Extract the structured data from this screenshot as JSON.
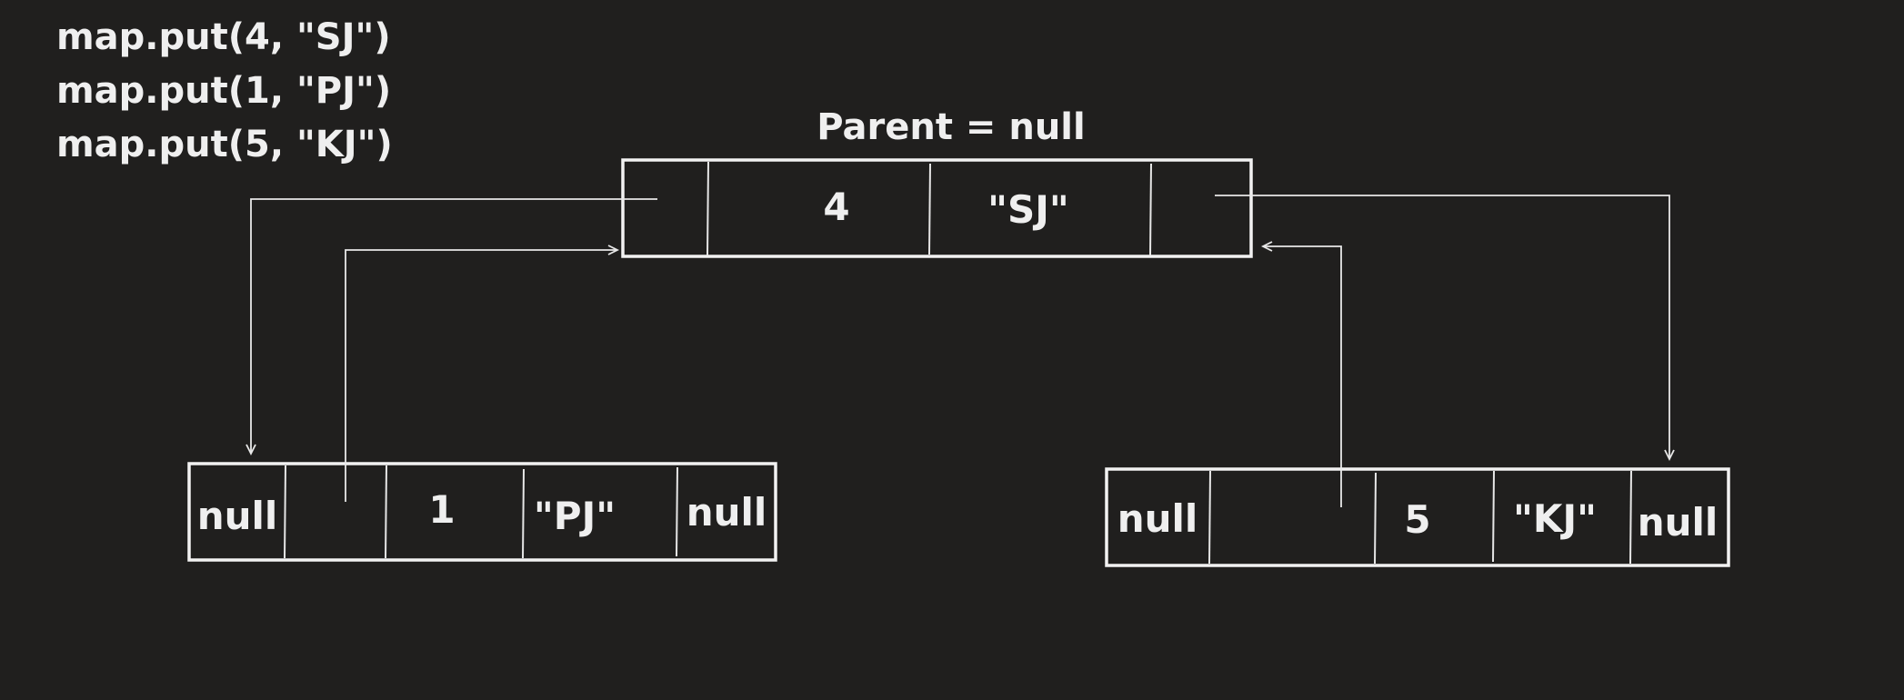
{
  "code_lines": [
    "map.put(4, \"SJ\")",
    "map.put(1, \"PJ\")",
    "map.put(5, \"KJ\")"
  ],
  "root_label": "Parent = null",
  "nodes": {
    "root": {
      "key": "4",
      "value": "\"SJ\""
    },
    "left": {
      "left_child": "null",
      "key": "1",
      "value": "\"PJ\"",
      "right_child": "null"
    },
    "right": {
      "left_child": "null",
      "key": "5",
      "value": "\"KJ\"",
      "right_child": "null"
    }
  },
  "colors": {
    "background": "#201f1e",
    "ink": "#efefef"
  }
}
